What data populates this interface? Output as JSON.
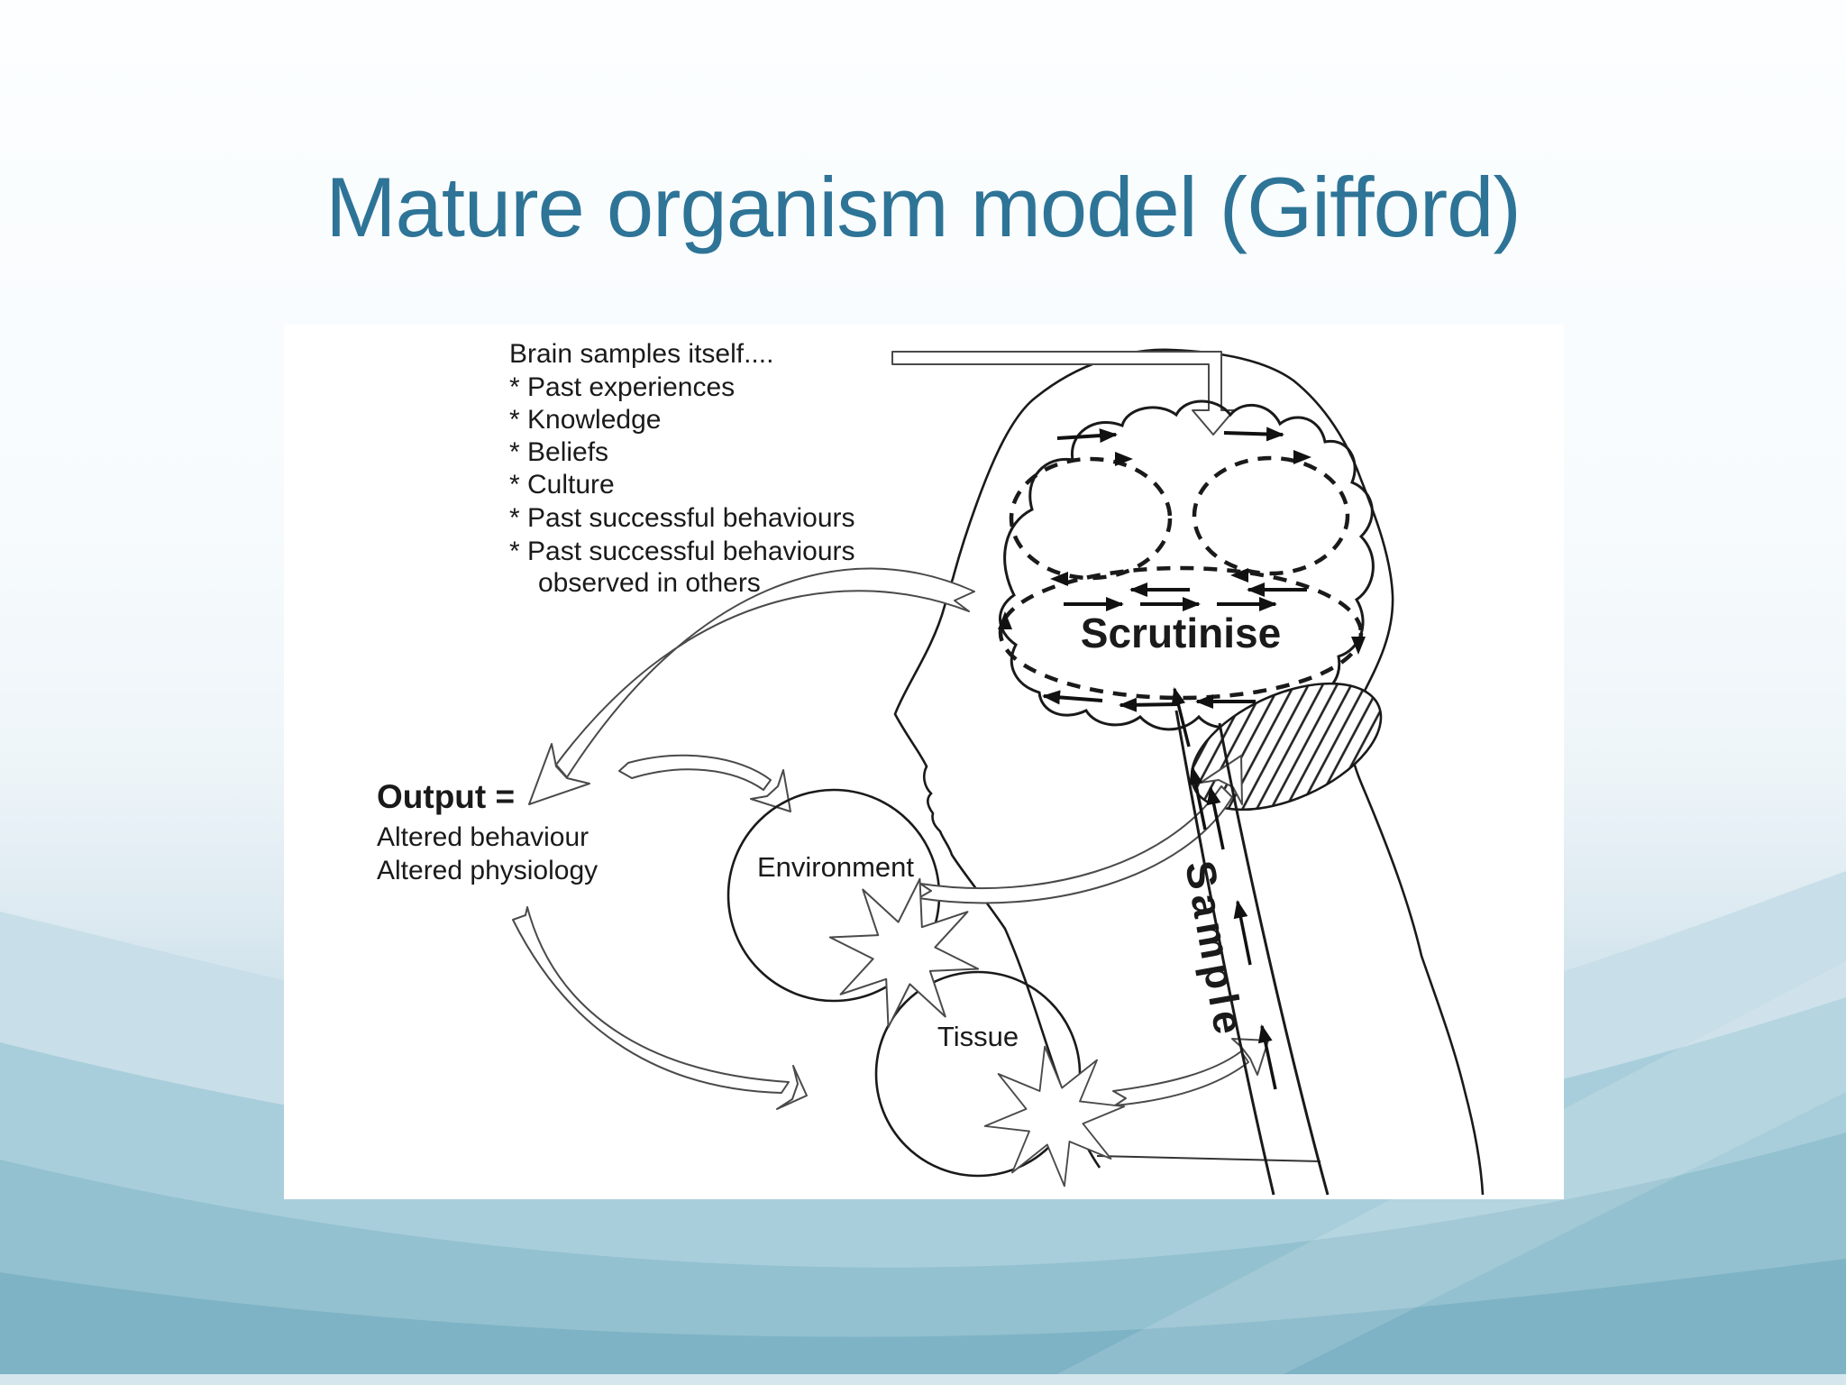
{
  "slide": {
    "title": "Mature organism model (Gifford)"
  },
  "colors": {
    "title_text": "#2e7497",
    "diagram_ink": "#1a1a1a",
    "panel_background": "#ffffff",
    "wave_light": "#c8dee8",
    "wave_mid": "#a9cedb",
    "wave_deep": "#7eb3c5"
  },
  "diagram": {
    "notes": {
      "lines": [
        "Brain samples itself....",
        "* Past experiences",
        "* Knowledge",
        "* Beliefs",
        "* Culture",
        "* Past successful behaviours",
        "* Past successful behaviours",
        "observed in others"
      ]
    },
    "output": {
      "heading": "Output =",
      "line1": "Altered behaviour",
      "line2": "Altered physiology"
    },
    "labels": {
      "scrutinise": "Scrutinise",
      "sample": "Sample",
      "environment": "Environment",
      "tissue": "Tissue"
    }
  }
}
